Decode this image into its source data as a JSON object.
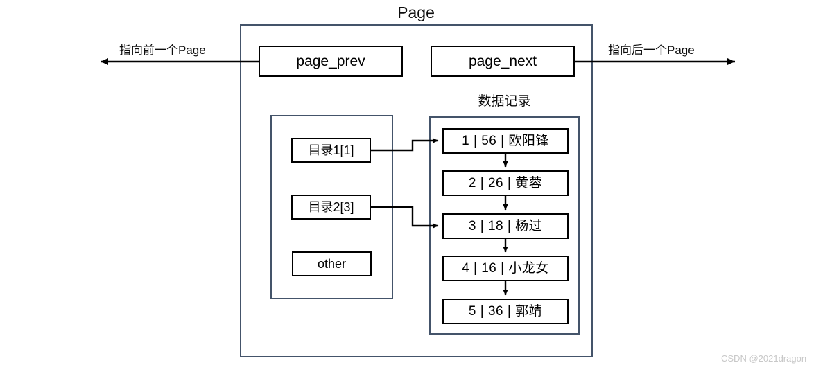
{
  "title": "Page",
  "annotations": {
    "prev_pointer": "指向前一个Page",
    "next_pointer": "指向后一个Page",
    "records_caption": "数据记录"
  },
  "page": {
    "pointers": [
      {
        "name": "page_prev",
        "label": "page_prev"
      },
      {
        "name": "page_next",
        "label": "page_next"
      }
    ],
    "directory": {
      "entries": [
        {
          "label": "目录1[1]",
          "target_record": 1
        },
        {
          "label": "目录2[3]",
          "target_record": 3
        },
        {
          "label": "other",
          "target_record": null
        }
      ]
    },
    "records": [
      {
        "id": "1",
        "age": "56",
        "name": "欧阳锋",
        "text": "1  |  56  |  欧阳锋"
      },
      {
        "id": "2",
        "age": "26",
        "name": "黄蓉",
        "text": "2  |  26  |  黄蓉"
      },
      {
        "id": "3",
        "age": "18",
        "name": "杨过",
        "text": "3  |  18  |  杨过"
      },
      {
        "id": "4",
        "age": "16",
        "name": "小龙女",
        "text": "4  | 16  |  小龙女"
      },
      {
        "id": "5",
        "age": "36",
        "name": "郭靖",
        "text": "5  |  36  |  郭靖"
      }
    ]
  },
  "colors": {
    "container_border": "#44546a",
    "node_border": "#000000",
    "arrow": "#000000",
    "background": "#ffffff",
    "watermark": "#c8c8c8"
  },
  "watermark": "CSDN @2021dragon"
}
